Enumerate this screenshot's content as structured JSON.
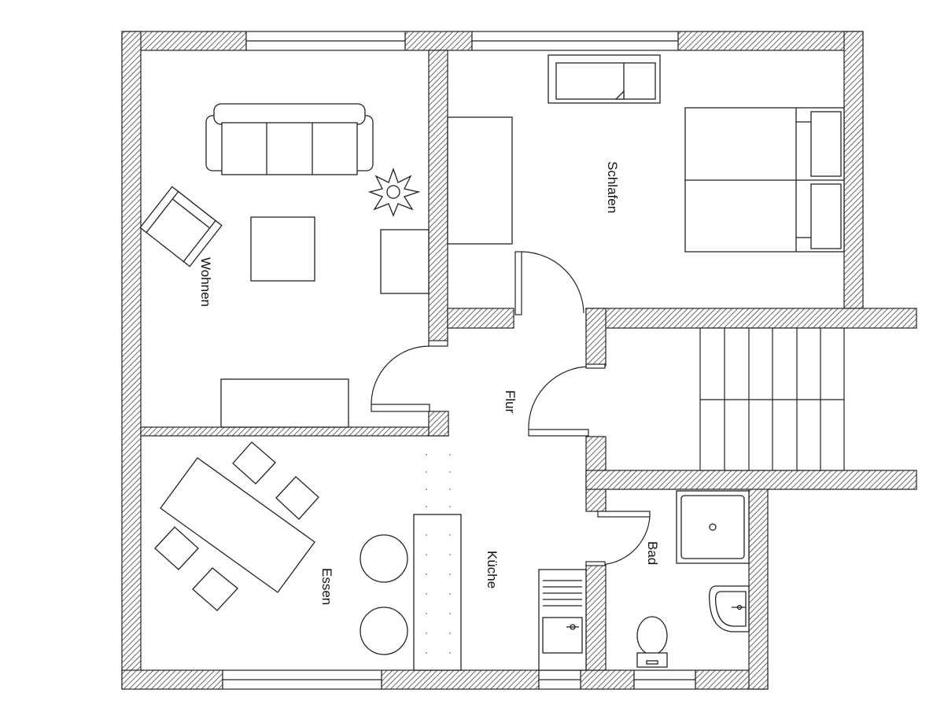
{
  "rooms": {
    "wohnen": "Wohnen",
    "schlafen": "Schlafen",
    "flur": "Flur",
    "essen": "Essen",
    "kueche": "Küche",
    "bad": "Bad"
  },
  "colors": {
    "line": "#222222",
    "wall_hatch": "#444444",
    "background": "#ffffff"
  }
}
